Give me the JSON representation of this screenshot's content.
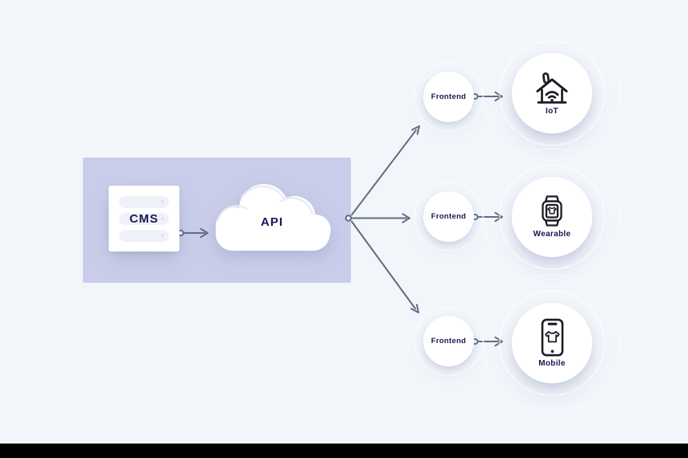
{
  "colors": {
    "background": "#f2f5fa",
    "panel": "#c9cde9",
    "node_fill": "#ffffff",
    "text_navy": "#1d1752",
    "arrow": "#5d6e87",
    "icon_stroke": "#1b1b28",
    "letterbox": "#010101"
  },
  "cms": {
    "label": "CMS",
    "rows": 3
  },
  "api": {
    "label": "API"
  },
  "frontends": [
    {
      "label": "Frontend"
    },
    {
      "label": "Frontend"
    },
    {
      "label": "Frontend"
    }
  ],
  "devices": [
    {
      "label": "IoT",
      "icon": "smart-home-wifi-icon"
    },
    {
      "label": "Wearable",
      "icon": "smartwatch-icon"
    },
    {
      "label": "Mobile",
      "icon": "smartphone-icon"
    }
  ]
}
